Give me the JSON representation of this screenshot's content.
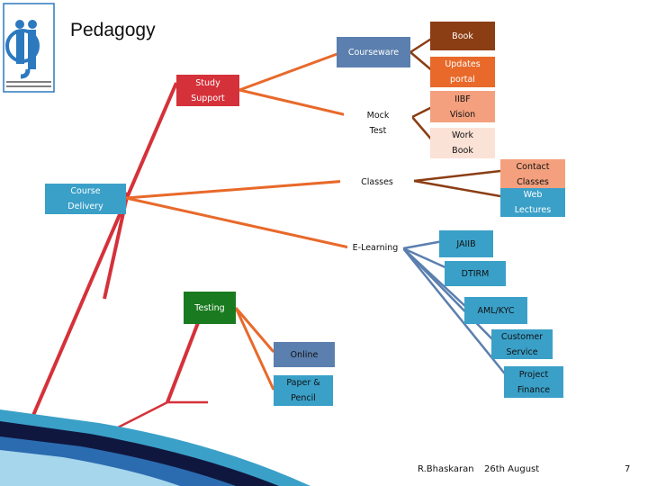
{
  "title": "Pedagogy",
  "nodes": {
    "book": "Book",
    "courseware": "Courseware",
    "updates_portal": "Updates\nportal",
    "study_support": "Study\nSupport",
    "iibf_vision": "IIBF\nVision",
    "mock_test": "Mock\nTest",
    "work_book": "Work\nBook",
    "contact_classes": "Contact\nClasses",
    "classes": "Classes",
    "course_delivery": "Course\nDelivery",
    "web_lectures": "Web\nLectures",
    "e_learning": "E-Learning",
    "jaiib": "JAIIB",
    "dtirm": "DTIRM",
    "testing": "Testing",
    "aml_kyc": "AML/KYC",
    "customer_service": "Customer\nService",
    "online": "Online",
    "project_finance": "Project\nFinance",
    "paper_pencil": "Paper &\nPencil"
  },
  "footer": {
    "author": "R.Bhaskaran",
    "date": "26th August",
    "page": "7"
  },
  "colors": {
    "red": "#d5313a",
    "orange": "#e8692a",
    "blue": "#5b7fae",
    "brown": "#8b3d14",
    "cyan": "#3aa0c8",
    "navy": "#10173f",
    "logo_blue": "#2d79c0"
  }
}
